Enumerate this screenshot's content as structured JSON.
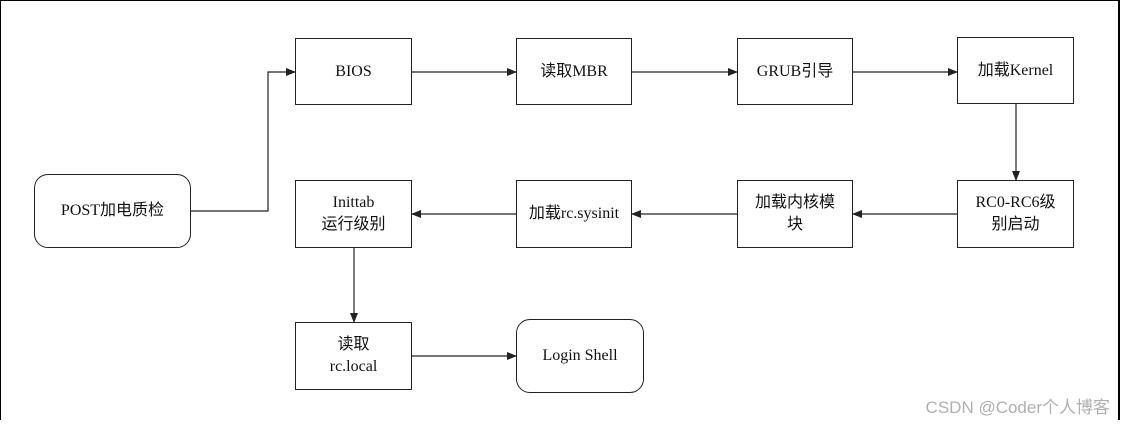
{
  "nodes": {
    "post": "POST加电质检",
    "bios": "BIOS",
    "read_mbr": "读取MBR",
    "grub": "GRUB引导",
    "load_kernel": "加载Kernel",
    "runlevel": "RC0-RC6级\n别启动",
    "load_modules": "加载内核模\n块",
    "load_sysinit": "加载rc.sysinit",
    "inittab": "Inittab\n运行级别",
    "read_rclocal": "读取\nrc.local",
    "login_shell": "Login Shell"
  },
  "watermark": "CSDN @Coder个人博客"
}
